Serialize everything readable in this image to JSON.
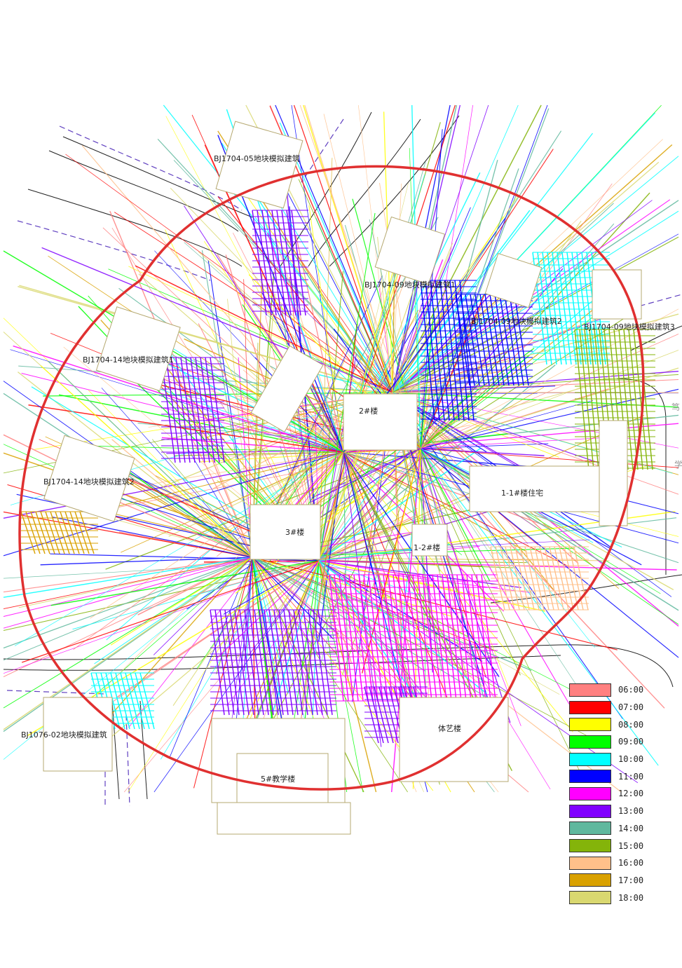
{
  "buildings": {
    "b05": "BJ1704-05地块模拟建筑",
    "b09_1": "BJ1704-09地块模拟建筑1",
    "b09_2": "BJ1704-09地块模拟建筑2",
    "b09_3": "BJ1704-09地块模拟建筑3",
    "b14_1": "BJ1704-14地块模拟建筑1",
    "b14_2": "BJ1704-14地块模拟建筑2",
    "b02": "BJ1076-02地块模拟建筑",
    "lou2": "2#楼",
    "lou3": "3#楼",
    "lou12": "1-2#楼",
    "res11": "1-1#楼住宅",
    "lou5": "5#教学楼",
    "tiyi": "体艺楼"
  },
  "side_text": {
    "c1": "笃",
    "c2": "学"
  },
  "legend": [
    {
      "label": "06:00",
      "color": "#ff8080"
    },
    {
      "label": "07:00",
      "color": "#ff0000"
    },
    {
      "label": "08:00",
      "color": "#ffff00"
    },
    {
      "label": "09:00",
      "color": "#00ff00"
    },
    {
      "label": "10:00",
      "color": "#00ffff"
    },
    {
      "label": "11:00",
      "color": "#0000ff"
    },
    {
      "label": "12:00",
      "color": "#ff00ff"
    },
    {
      "label": "13:00",
      "color": "#8000ff"
    },
    {
      "label": "14:00",
      "color": "#5fb89e"
    },
    {
      "label": "15:00",
      "color": "#84b40a"
    },
    {
      "label": "16:00",
      "color": "#ffc08a"
    },
    {
      "label": "17:00",
      "color": "#d9a100"
    },
    {
      "label": "18:00",
      "color": "#d9d870"
    }
  ]
}
